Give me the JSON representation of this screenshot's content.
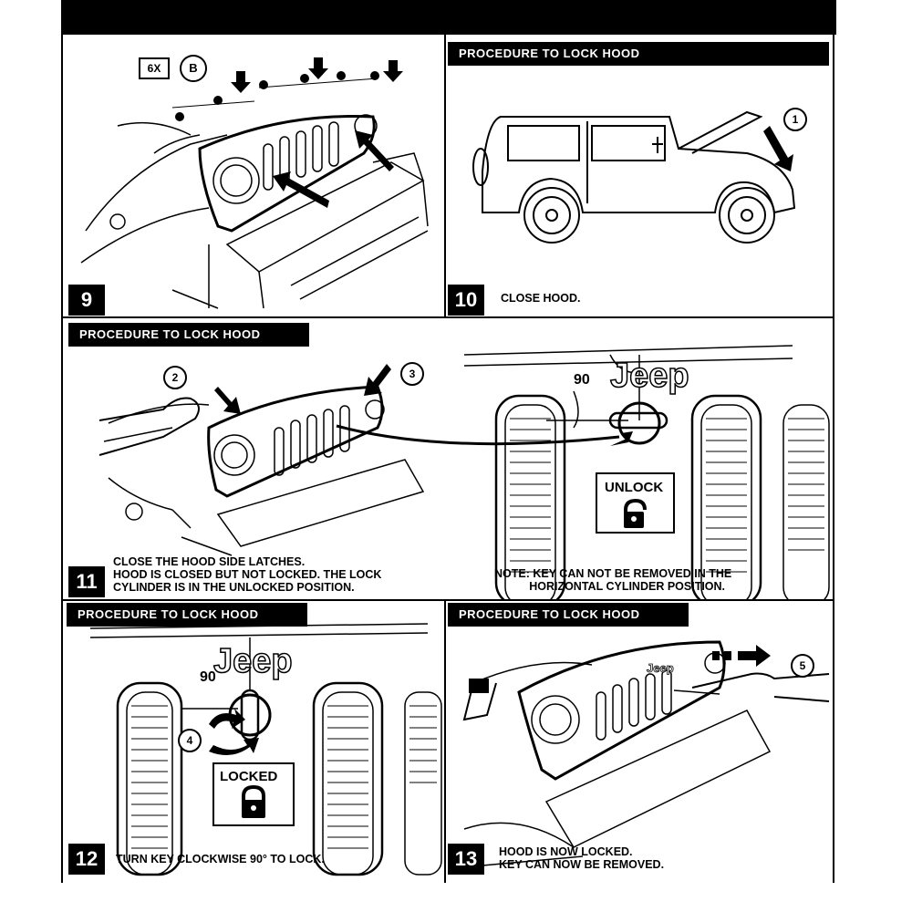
{
  "header_label": "PROCEDURE TO LOCK HOOD",
  "steps": {
    "s9": {
      "number": "9",
      "qty": "6X",
      "callout": "B"
    },
    "s10": {
      "number": "10",
      "caption": "CLOSE HOOD.",
      "callout": "1"
    },
    "s11": {
      "number": "11",
      "caption": "CLOSE THE HOOD SIDE LATCHES.\nHOOD IS CLOSED BUT NOT LOCKED. THE LOCK\nCYLINDER IS IN THE UNLOCKED POSITION.",
      "callouts": [
        "2",
        "3"
      ],
      "angle": "90",
      "state": "UNLOCK",
      "note": "NOTE: KEY CAN NOT BE REMOVED IN THE\n           HORIZONTAL CYLINDER POSITION.",
      "brand": "Jeep"
    },
    "s12": {
      "number": "12",
      "caption": "TURN KEY CLOCKWISE 90° TO LOCK.",
      "callout": "4",
      "angle": "90",
      "state": "LOCKED",
      "brand": "Jeep"
    },
    "s13": {
      "number": "13",
      "caption": "HOOD IS NOW LOCKED.\nKEY CAN NOW BE REMOVED.",
      "callout": "5",
      "brand": "Jeep"
    }
  }
}
